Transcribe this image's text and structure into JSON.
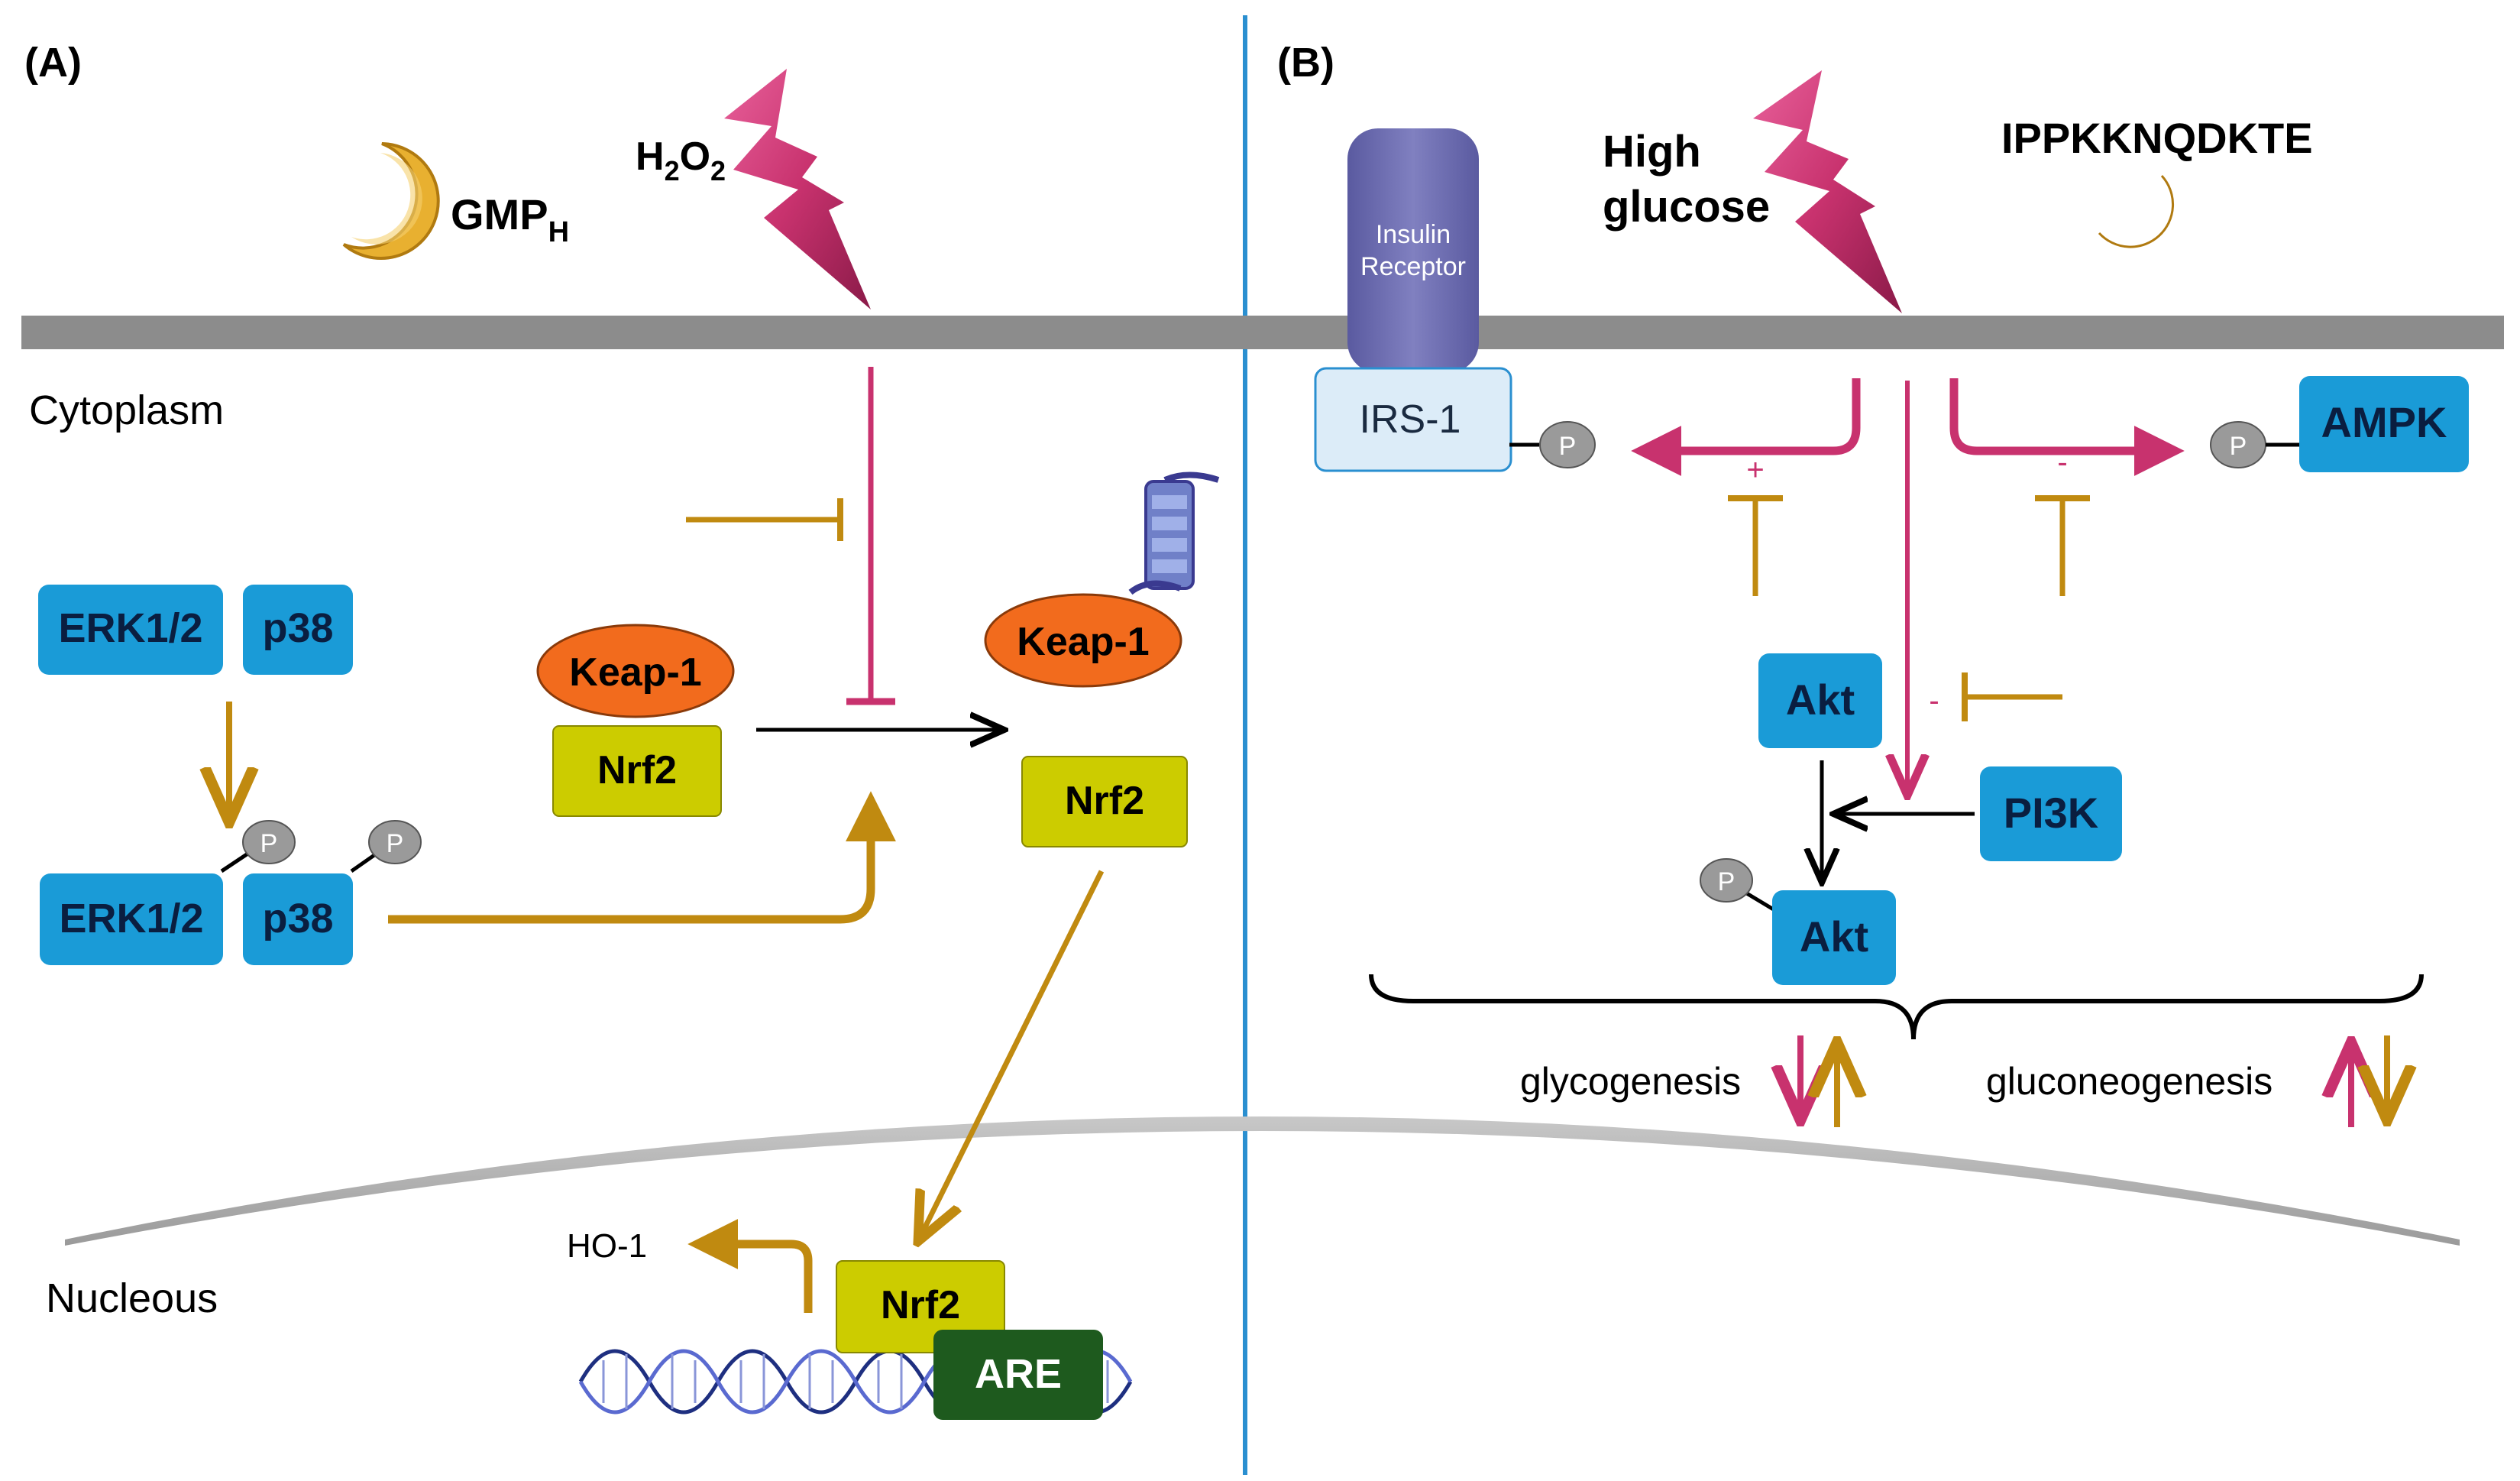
{
  "panel_a": {
    "label": "(A)",
    "gmp_main": "GMP",
    "gmp_sub": "H",
    "h2o2_h": "H",
    "h2o2_sub2a": "2",
    "h2o2_o": "O",
    "h2o2_sub2b": "2",
    "cytoplasm": "Cytoplasm",
    "nucleus": "Nucleous",
    "erk_top": "ERK1/2",
    "p38_top": "p38",
    "erk_bottom": "ERK1/2",
    "p38_bottom": "p38",
    "phospho": "P",
    "keap1_left": "Keap-1",
    "nrf2_left": "Nrf2",
    "keap1_right": "Keap-1",
    "nrf2_right": "Nrf2",
    "nrf2_nucleus": "Nrf2",
    "are": "ARE",
    "ho1": "HO-1"
  },
  "panel_b": {
    "label": "(B)",
    "insulin_receptor_line1": "Insulin",
    "insulin_receptor_line2": "Receptor",
    "irs1": "IRS-1",
    "high_glucose_line1": "High",
    "high_glucose_line2": "glucose",
    "peptide": "IPPKKNQDKTE",
    "ampk": "AMPK",
    "akt_top": "Akt",
    "pi3k": "PI3K",
    "akt_bottom": "Akt",
    "plus_sign": "+",
    "minus_sign_ampk": "-",
    "minus_sign_akt": "-",
    "glycogenesis": "glycogenesis",
    "gluconeogenesis": "gluconeogenesis",
    "phospho": "P"
  },
  "colors": {
    "blue_box": "#1a9bd7",
    "olive_box": "#cccc00",
    "orange_ellipse": "#f26b1d",
    "dark_green_box": "#1e5a1e",
    "magenta": "#c8326e",
    "gold": "#c08a10",
    "membrane": "#8c8c8c",
    "divider": "#2a8fd0",
    "receptor": "#6b6bb0",
    "irs_box": "#dcecf8"
  }
}
